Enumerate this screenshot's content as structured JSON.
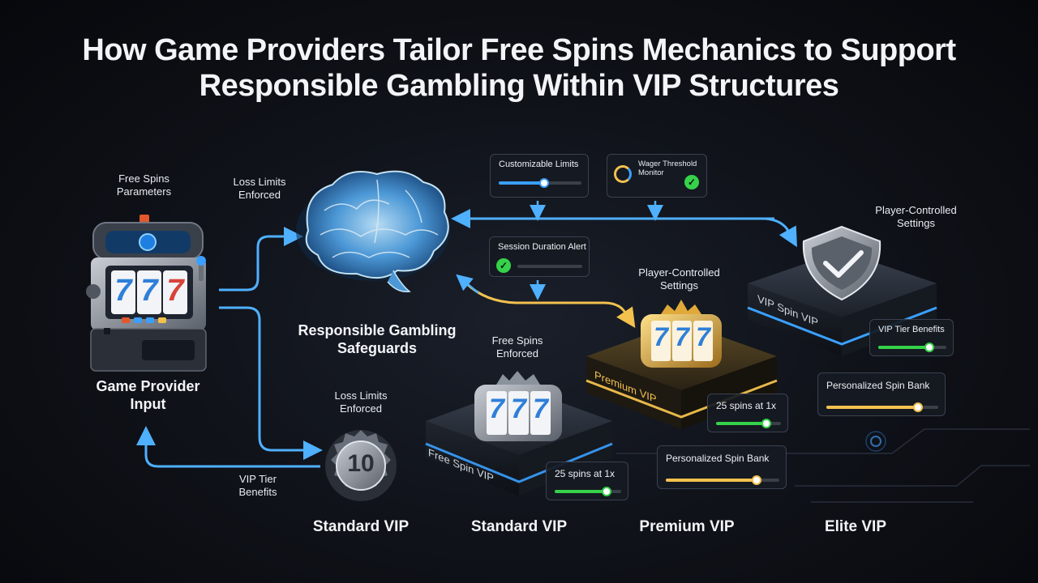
{
  "title": "How Game Providers Tailor Free Spins Mechanics to Support Responsible Gambling Within VIP Structures",
  "labels": {
    "free_spins_parameters": "Free Spins Parameters",
    "loss_limits_top": "Loss Limits Enforced",
    "game_provider_input": "Game Provider Input",
    "responsible_gambling": "Responsible Gambling Safeguards",
    "loss_limits_mid": "Loss Limits Enforced",
    "vip_tier_benefits_left": "VIP Tier Benefits",
    "free_spins_enforced": "Free Spins Enforced",
    "player_controlled_mid": "Player-Controlled Settings",
    "player_controlled_right": "Player-Controlled Settings"
  },
  "cards": {
    "customizable_limits": "Customizable Limits",
    "wager_threshold": "Wager Threshold Monitor",
    "session_duration": "Session Duration Alert",
    "spins_free": "25 spins at 1x",
    "spins_premium": "25 spins at 1x",
    "spin_bank_premium": "Personalized Spin Bank",
    "spin_bank_elite": "Personalized Spin Bank",
    "vip_tier_benefits": "VIP Tier Benefits"
  },
  "platforms": {
    "free_spin": "Free Spin VIP",
    "premium": "Premium VIP",
    "elite": "VIP Spin VIP"
  },
  "badge_value": "10",
  "reel_digits": [
    "7",
    "7",
    "7"
  ],
  "tiers": [
    "Standard VIP",
    "Standard VIP",
    "Premium VIP",
    "Elite VIP"
  ],
  "colors": {
    "blue": "#3aa0ff",
    "gold": "#f2c14e",
    "green": "#35d24a",
    "cyan": "#4fc3ff"
  }
}
